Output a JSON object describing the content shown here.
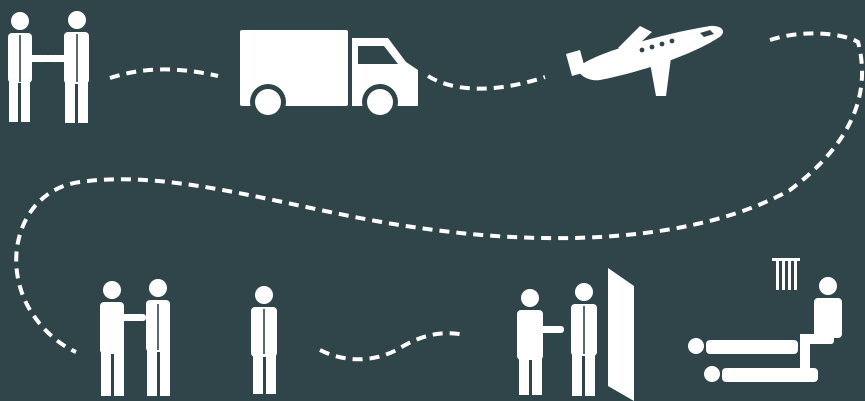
{
  "diagram": {
    "background_color": "#2f4549",
    "foreground_color": "#ffffff",
    "steps": [
      {
        "name": "handshake-deal",
        "icon": "handshake-icon"
      },
      {
        "name": "truck-transport",
        "icon": "truck-icon"
      },
      {
        "name": "plane-transport",
        "icon": "airplane-icon"
      },
      {
        "name": "handover",
        "icon": "handover-icon"
      },
      {
        "name": "lone-person",
        "icon": "person-icon"
      },
      {
        "name": "door-delivery",
        "icon": "door-icon"
      },
      {
        "name": "captivity",
        "icon": "prison-window-icon"
      }
    ]
  }
}
